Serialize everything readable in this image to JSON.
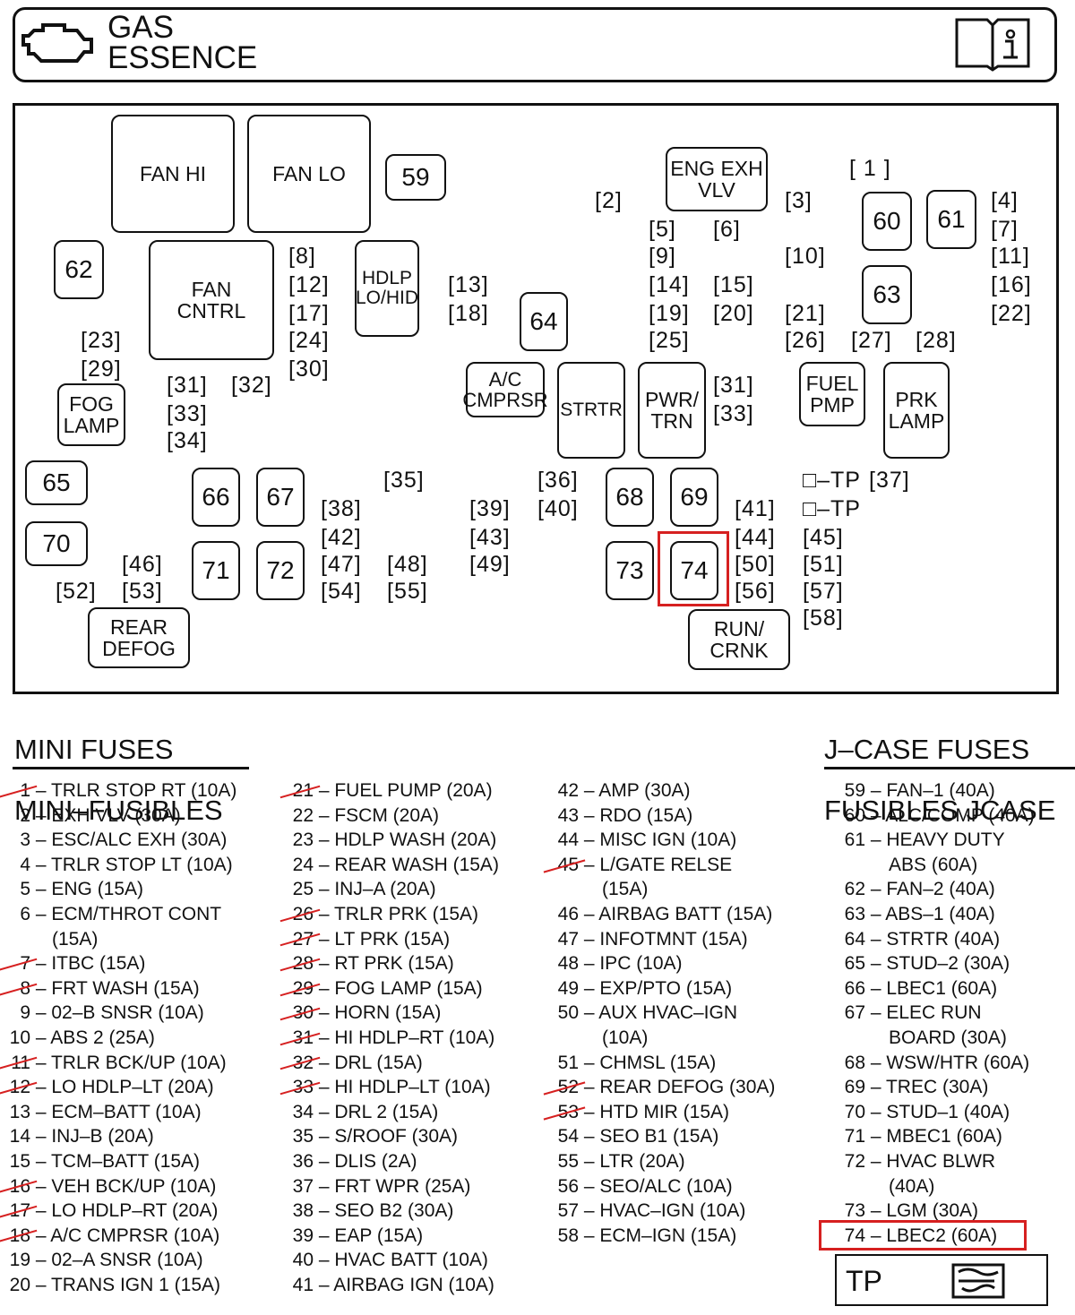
{
  "header": {
    "title_line1": "GAS",
    "title_line2": "ESSENCE",
    "icons": [
      "engine-icon",
      "manual-book-info-icon"
    ]
  },
  "diagram": {
    "relays": [
      {
        "label": "FAN HI"
      },
      {
        "label": "FAN LO"
      },
      {
        "label": "FAN\nCNTRL"
      },
      {
        "label": "HDLP\nLO/HID"
      },
      {
        "label": "ENG EXH\nVLV"
      },
      {
        "label": "A/C\nCMPRSR"
      },
      {
        "label": "STRTR"
      },
      {
        "label": "PWR/\nTRN"
      },
      {
        "label": "FUEL\nPMP"
      },
      {
        "label": "PRK\nLAMP"
      },
      {
        "label": "FOG\nLAMP"
      },
      {
        "label": "REAR\nDEFOG"
      },
      {
        "label": "RUN/\nCRNK"
      }
    ],
    "jcase": [
      "59",
      "62",
      "60",
      "61",
      "63",
      "64",
      "65",
      "66",
      "67",
      "68",
      "69",
      "70",
      "71",
      "72",
      "73",
      "74"
    ],
    "slots": [
      "[ 1 ]",
      "[2]",
      "[3]",
      "[4]",
      "[5]",
      "[6]",
      "[7]",
      "[8]",
      "[9]",
      "[10]",
      "[11]",
      "[12]",
      "[13]",
      "[14]",
      "[15]",
      "[16]",
      "[17]",
      "[18]",
      "[19]",
      "[20]",
      "[21]",
      "[22]",
      "[23]",
      "[24]",
      "[25]",
      "[26]",
      "[27]",
      "[28]",
      "[29]",
      "[30]",
      "[31]",
      "[32]",
      "[31]",
      "[33]",
      "[33]",
      "[34]",
      "[35]",
      "[36]",
      "[37]",
      "[38]",
      "[39]",
      "[40]",
      "[41]",
      "[42]",
      "[43]",
      "[44]",
      "[45]",
      "[46]",
      "[47]",
      "[48]",
      "[49]",
      "[50]",
      "[51]",
      "[52]",
      "[53]",
      "[54]",
      "[55]",
      "[56]",
      "[57]",
      "[58]",
      "□–TP",
      "□–TP"
    ],
    "highlighted": "74",
    "highlight_color": "#d62020"
  },
  "mini_fuses": {
    "title_line1": "MINI FUSES",
    "title_line2": "MINI–FUSIBLES",
    "columns": [
      [
        {
          "n": "1",
          "text": "TRLR STOP RT (10A)",
          "crossed": true
        },
        {
          "n": "2",
          "text": "EXH VLV (30A)"
        },
        {
          "n": "3",
          "text": "ESC/ALC EXH (30A)"
        },
        {
          "n": "4",
          "text": "TRLR STOP LT (10A)"
        },
        {
          "n": "5",
          "text": "ENG (15A)"
        },
        {
          "n": "6",
          "text": "ECM/THROT CONT",
          "cont": "(15A)"
        },
        {
          "n": "7",
          "text": "ITBC (15A)",
          "crossed": true
        },
        {
          "n": "8",
          "text": "FRT WASH (15A)",
          "crossed": true
        },
        {
          "n": "9",
          "text": "02–B SNSR (10A)"
        },
        {
          "n": "10",
          "text": "ABS 2 (25A)"
        },
        {
          "n": "11",
          "text": "TRLR BCK/UP (10A)",
          "crossed": true
        },
        {
          "n": "12",
          "text": "LO HDLP–LT (20A)",
          "crossed": true
        },
        {
          "n": "13",
          "text": "ECM–BATT (10A)"
        },
        {
          "n": "14",
          "text": "INJ–B (20A)"
        },
        {
          "n": "15",
          "text": "TCM–BATT (15A)"
        },
        {
          "n": "16",
          "text": "VEH BCK/UP (10A)",
          "crossed": true
        },
        {
          "n": "17",
          "text": "LO HDLP–RT (20A)",
          "crossed": true
        },
        {
          "n": "18",
          "text": "A/C CMPRSR (10A)",
          "crossed": true
        },
        {
          "n": "19",
          "text": "02–A SNSR (10A)"
        },
        {
          "n": "20",
          "text": "TRANS IGN 1 (15A)"
        }
      ],
      [
        {
          "n": "21",
          "text": "FUEL PUMP (20A)",
          "crossed": true
        },
        {
          "n": "22",
          "text": "FSCM (20A)"
        },
        {
          "n": "23",
          "text": "HDLP WASH (20A)"
        },
        {
          "n": "24",
          "text": "REAR WASH (15A)"
        },
        {
          "n": "25",
          "text": "INJ–A (20A)"
        },
        {
          "n": "26",
          "text": "TRLR PRK (15A)",
          "crossed": true
        },
        {
          "n": "27",
          "text": "LT PRK (15A)",
          "crossed": true
        },
        {
          "n": "28",
          "text": "RT PRK (15A)",
          "crossed": true
        },
        {
          "n": "29",
          "text": "FOG LAMP (15A)",
          "crossed": true
        },
        {
          "n": "30",
          "text": "HORN (15A)",
          "crossed": true
        },
        {
          "n": "31",
          "text": "HI HDLP–RT (10A)",
          "crossed": true
        },
        {
          "n": "32",
          "text": "DRL (15A)",
          "crossed": true
        },
        {
          "n": "33",
          "text": "HI HDLP–LT (10A)",
          "crossed": true
        },
        {
          "n": "34",
          "text": "DRL 2 (15A)"
        },
        {
          "n": "35",
          "text": "S/ROOF (30A)"
        },
        {
          "n": "36",
          "text": "DLIS (2A)"
        },
        {
          "n": "37",
          "text": "FRT WPR (25A)"
        },
        {
          "n": "38",
          "text": "SEO B2 (30A)"
        },
        {
          "n": "39",
          "text": "EAP (15A)"
        },
        {
          "n": "40",
          "text": "HVAC BATT (10A)"
        },
        {
          "n": "41",
          "text": "AIRBAG IGN (10A)"
        }
      ],
      [
        {
          "n": "42",
          "text": "AMP (30A)"
        },
        {
          "n": "43",
          "text": "RDO (15A)"
        },
        {
          "n": "44",
          "text": "MISC IGN (10A)"
        },
        {
          "n": "45",
          "text": "L/GATE RELSE",
          "cont": "(15A)",
          "crossed": true
        },
        {
          "n": "46",
          "text": "AIRBAG BATT (15A)"
        },
        {
          "n": "47",
          "text": "INFOTMNT (15A)"
        },
        {
          "n": "48",
          "text": "IPC (10A)"
        },
        {
          "n": "49",
          "text": "EXP/PTO (15A)"
        },
        {
          "n": "50",
          "text": "AUX HVAC–IGN",
          "cont": "(10A)"
        },
        {
          "n": "51",
          "text": "CHMSL (15A)"
        },
        {
          "n": "52",
          "text": "REAR DEFOG (30A)",
          "crossed": true
        },
        {
          "n": "53",
          "text": "HTD MIR (15A)",
          "crossed": true
        },
        {
          "n": "54",
          "text": "SEO B1 (15A)"
        },
        {
          "n": "55",
          "text": "LTR (20A)"
        },
        {
          "n": "56",
          "text": "SEO/ALC (10A)"
        },
        {
          "n": "57",
          "text": "HVAC–IGN (10A)"
        },
        {
          "n": "58",
          "text": "ECM–IGN (15A)"
        }
      ]
    ]
  },
  "jcase_fuses": {
    "title_line1": "J–CASE FUSES",
    "title_line2": "FUSIBLES JCASE",
    "items": [
      {
        "n": "59",
        "text": "FAN–1 (40A)"
      },
      {
        "n": "60",
        "text": "ALC/COMP (40A)"
      },
      {
        "n": "61",
        "text": "HEAVY DUTY",
        "cont": "ABS (60A)"
      },
      {
        "n": "62",
        "text": "FAN–2 (40A)"
      },
      {
        "n": "63",
        "text": "ABS–1 (40A)"
      },
      {
        "n": "64",
        "text": "STRTR (40A)"
      },
      {
        "n": "65",
        "text": "STUD–2 (30A)"
      },
      {
        "n": "66",
        "text": "LBEC1 (60A)"
      },
      {
        "n": "67",
        "text": "ELEC RUN",
        "cont": "BOARD (30A)"
      },
      {
        "n": "68",
        "text": "WSW/HTR (60A)"
      },
      {
        "n": "69",
        "text": "TREC (30A)"
      },
      {
        "n": "70",
        "text": "STUD–1 (40A)"
      },
      {
        "n": "71",
        "text": "MBEC1 (60A)"
      },
      {
        "n": "72",
        "text": "HVAC BLWR",
        "cont": "(40A)"
      },
      {
        "n": "73",
        "text": "LGM (30A)"
      },
      {
        "n": "74",
        "text": "LBEC2 (60A)",
        "highlighted": true
      }
    ]
  },
  "tp_box": {
    "label": "TP",
    "icon": "service-manual-icon"
  }
}
